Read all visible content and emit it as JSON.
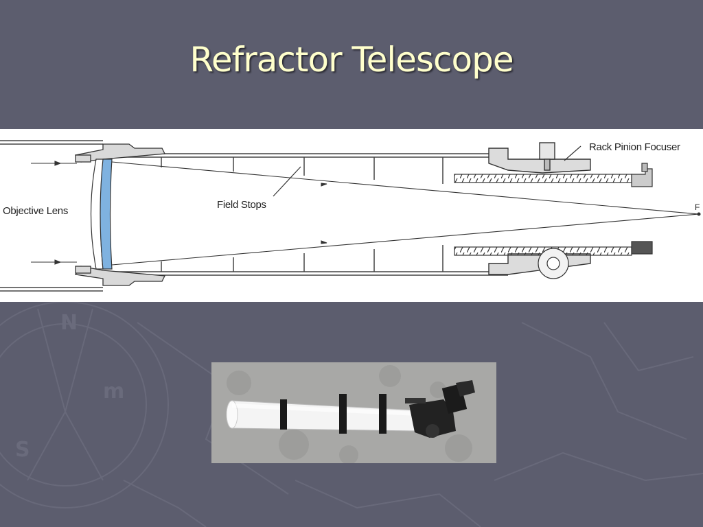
{
  "slide": {
    "title": "Refractor Telescope",
    "colors": {
      "background": "#5c5d6e",
      "title": "#ffffcc",
      "lens": "#7fb2e0"
    }
  },
  "diagram": {
    "labels": {
      "objective_lens": "Objective Lens",
      "field_stops": "Field Stops",
      "rack_pinion_focuser": "Rack Pinion Focuser",
      "focal_point": "F"
    }
  },
  "photo": {
    "subject": "small white refractor telescope with black rings and eyepiece"
  }
}
